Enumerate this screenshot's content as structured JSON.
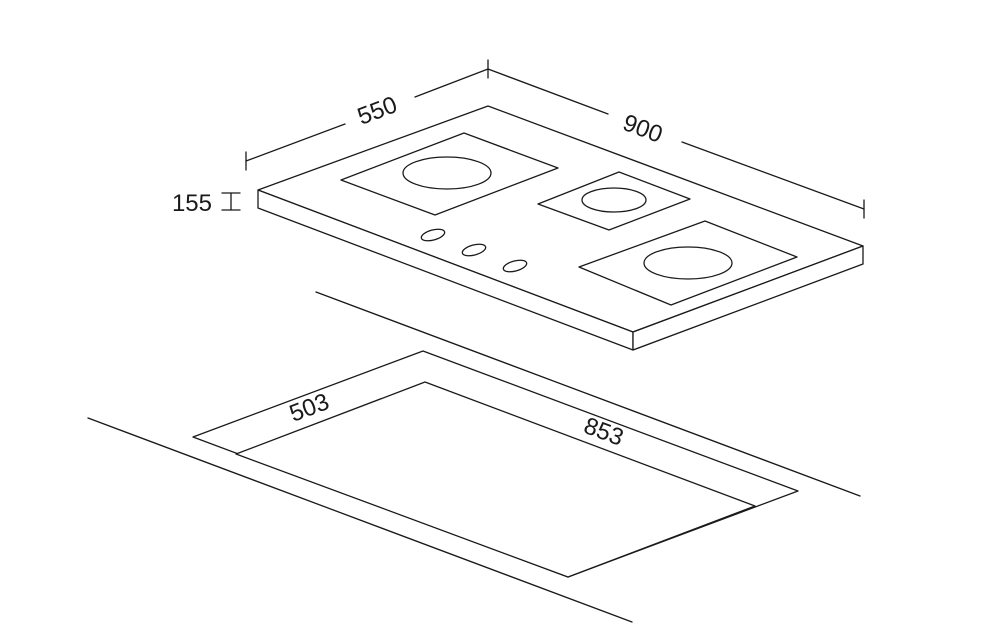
{
  "diagram": {
    "hob_dimensions": {
      "depth": "550",
      "width": "900",
      "height": "155"
    },
    "cutout_dimensions": {
      "depth": "503",
      "width": "853"
    },
    "colors": {
      "line": "#1a1a1a",
      "background": "#ffffff"
    }
  }
}
